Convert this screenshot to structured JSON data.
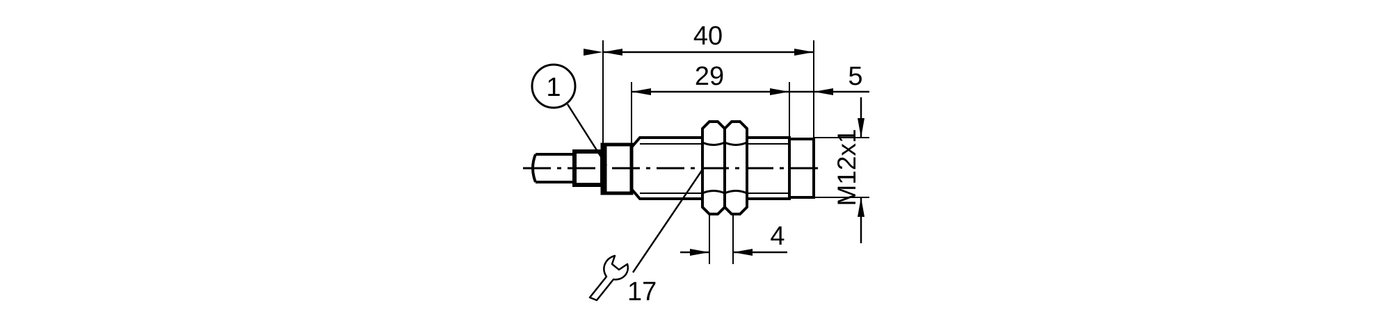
{
  "dimensions": {
    "overall_length": "40",
    "thread_length": "29",
    "tip_length": "5",
    "nut_width": "4",
    "thread_size": "M12x1",
    "callout_number": "1",
    "wrench_size": "17"
  },
  "colors": {
    "stroke": "#000000",
    "background": "#ffffff"
  },
  "icons": {
    "wrench": "wrench-icon"
  }
}
